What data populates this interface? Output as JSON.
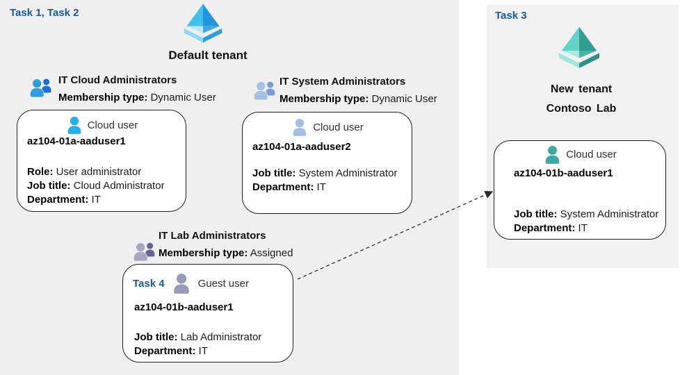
{
  "tasks": {
    "left": "Task 1, Task 2",
    "right": "Task 3",
    "guest_box": "Task 4"
  },
  "field_labels": {
    "membership": "Membership type:",
    "role": "Role:",
    "job": "Job title:",
    "department": "Department:"
  },
  "default_tenant": {
    "title": "Default tenant",
    "groups": {
      "cloud": {
        "name": "IT Cloud Administrators",
        "membership": "Dynamic User"
      },
      "system": {
        "name": "IT System Administrators",
        "membership": "Dynamic User"
      },
      "lab": {
        "name": "IT Lab Administrators",
        "membership": "Assigned"
      }
    },
    "users": {
      "cloud_user1": {
        "type": "Cloud user",
        "name": "az104-01a-aaduser1",
        "role": "User administrator",
        "job": "Cloud Administrator",
        "department": "IT"
      },
      "cloud_user2": {
        "type": "Cloud user",
        "name": "az104-01a-aaduser2",
        "job": "System Administrator",
        "department": "IT"
      },
      "guest_user": {
        "type": "Guest user",
        "name": "az104-01b-aaduser1",
        "job": "Lab Administrator",
        "department": "IT"
      }
    }
  },
  "new_tenant": {
    "title_line1": "New tenant",
    "title_line2": "Contoso Lab",
    "user": {
      "type": "Cloud user",
      "name": "az104-01b-aaduser1",
      "job": "System Administrator",
      "department": "IT"
    }
  },
  "icons": {
    "tenant": "azure-ad-tenant-icon",
    "group": "user-group-icon",
    "user": "person-icon",
    "arrow": "dashed-assignment-arrow"
  },
  "colors": {
    "task_label": "#175a9d",
    "left_region_bg": "#efeff0",
    "panel_bg": "#f1f1f2",
    "box_border": "#1f1f1f",
    "arrow": "#2b2b2b",
    "user_cyan": "#25aee8",
    "user_periwinkle": "#a5c0e2",
    "user_guest": "#9a9bba",
    "user_teal": "#3da9a4",
    "group_cloud_front": "#2f9de2",
    "group_cloud_back": "#1b6ed2",
    "group_system_front": "#a5c0e2",
    "group_system_back": "#7a9bd0",
    "group_lab_front": "#a6a7c3",
    "group_lab_back": "#63648e",
    "ad_blue": [
      "#3fc0ee",
      "#2196df",
      "#b5e9fb",
      "#3ea8e6",
      "#8fd9f6",
      "#2d9fe0"
    ],
    "ad_teal": [
      "#64d2c6",
      "#2f9e91",
      "#a8ebe3",
      "#46b2a4",
      "#9fe6dd",
      "#2f9183"
    ]
  }
}
